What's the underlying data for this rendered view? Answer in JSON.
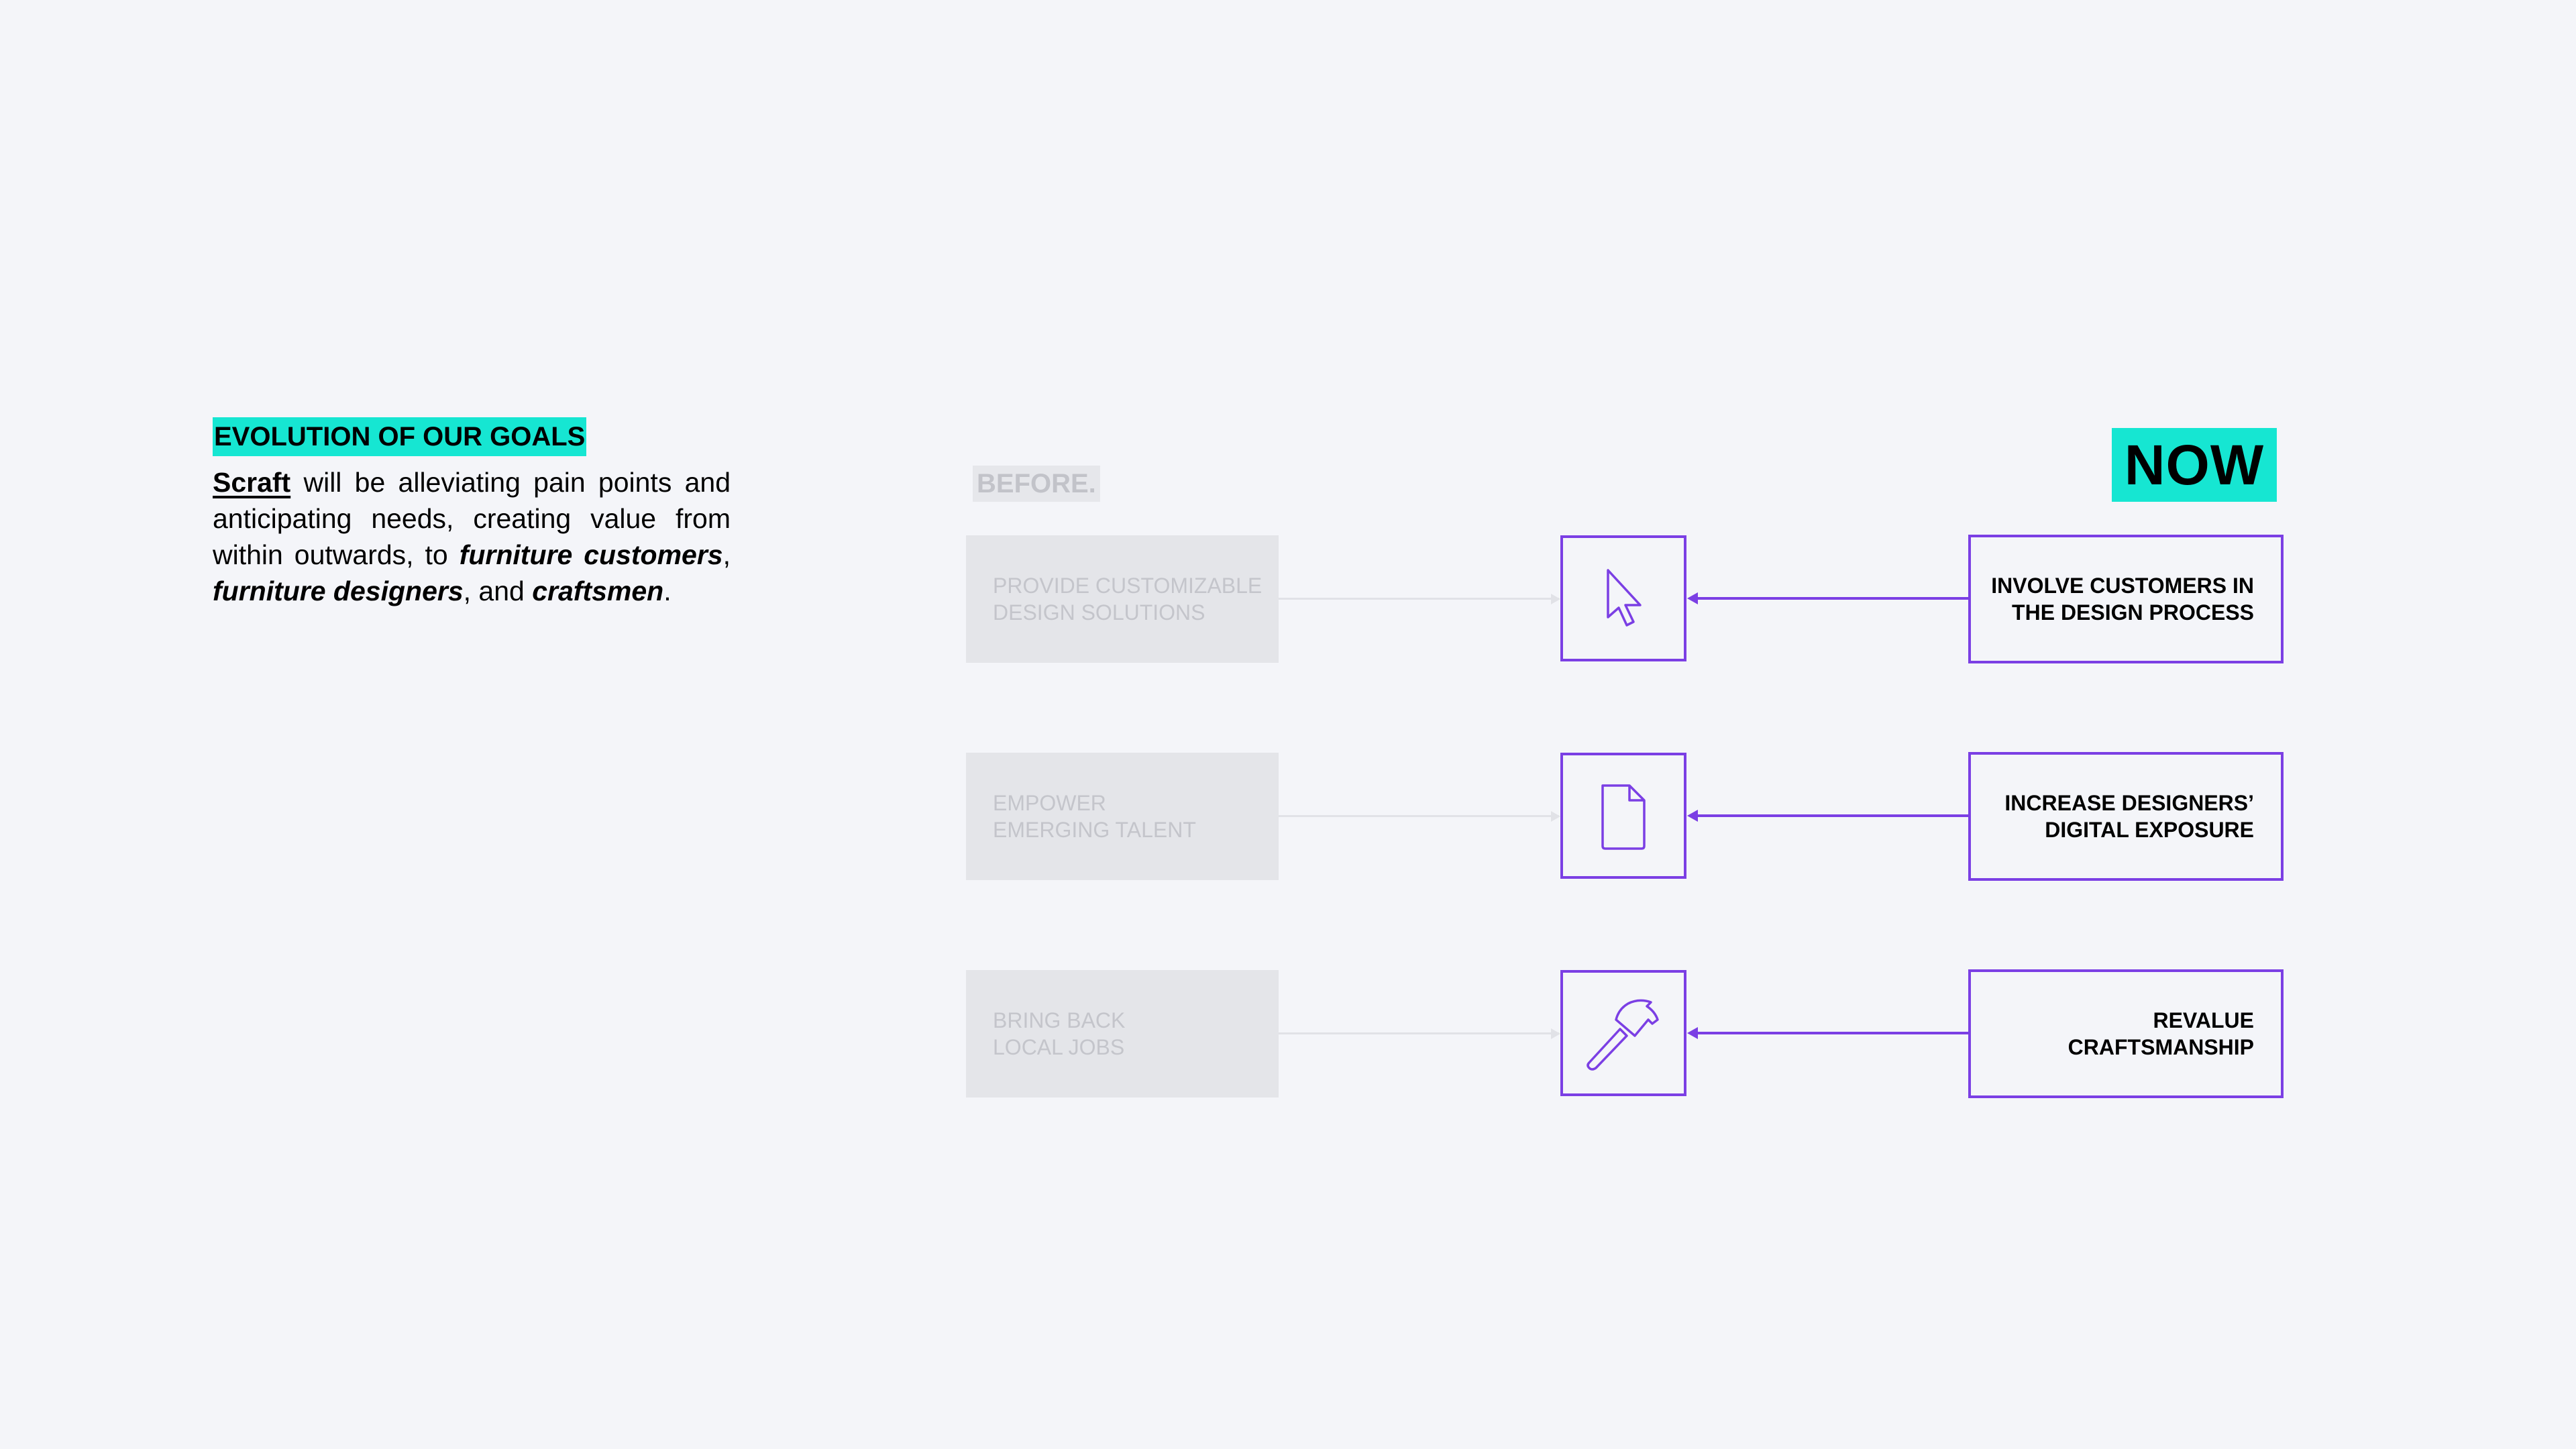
{
  "intro": {
    "heading": "EVOLUTION OF OUR GOALS",
    "brand": "Scraft",
    "body_part1": " will be alleviating pain points and anticipating needs, creating value from within outwards, to ",
    "audience_1": "furniture customers",
    "sep_1": ", ",
    "audience_2": "furniture designers",
    "sep_2": ", and ",
    "audience_3": "craftsmen",
    "end": "."
  },
  "before_label": "BEFORE.",
  "now_label": "NOW",
  "rows": [
    {
      "before": "PROVIDE CUSTOMIZABLE\nDESIGN SOLUTIONS",
      "icon": "cursor-icon",
      "now": "INVOLVE CUSTOMERS IN\nTHE DESIGN PROCESS"
    },
    {
      "before": "EMPOWER\nEMERGING TALENT",
      "icon": "document-icon",
      "now": "INCREASE DESIGNERS’\nDIGITAL EXPOSURE"
    },
    {
      "before": "BRING BACK\nLOCAL JOBS",
      "icon": "hammer-icon",
      "now": "REVALUE\nCRAFTSMANSHIP"
    }
  ],
  "colors": {
    "accent": "#16e6d2",
    "purple": "#7b3fe4",
    "background": "#f4f5f9",
    "before_box": "#e4e5e9",
    "before_text": "#c4c5cb"
  }
}
